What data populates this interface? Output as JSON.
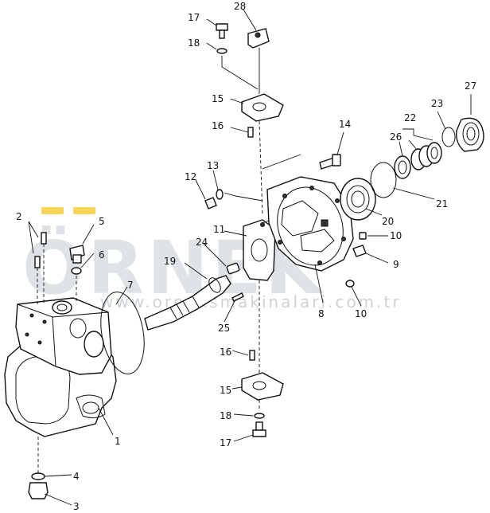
{
  "watermark": {
    "brand": "ÖRNEK",
    "url": "www.orneksmakinalari.com.tr",
    "accent_color": "#f2c51f"
  },
  "callouts": {
    "c1": "1",
    "c2": "2",
    "c3": "3",
    "c4": "4",
    "c5": "5",
    "c6": "6",
    "c7": "7",
    "c8": "8",
    "c9": "9",
    "c10a": "10",
    "c10b": "10",
    "c11": "11",
    "c12": "12",
    "c13": "13",
    "c14": "14",
    "c15a": "15",
    "c15b": "15",
    "c16a": "16",
    "c16b": "16",
    "c17a": "17",
    "c17b": "17",
    "c18a": "18",
    "c18b": "18",
    "c19": "19",
    "c20": "20",
    "c21": "21",
    "c22": "22",
    "c23": "23",
    "c24": "24",
    "c25": "25",
    "c26": "26",
    "c27": "27",
    "c28": "28"
  }
}
